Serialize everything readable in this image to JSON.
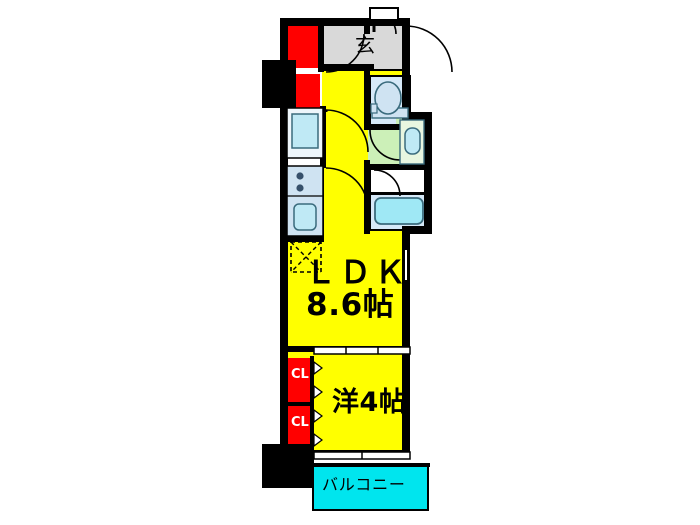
{
  "plan": {
    "type": "japanese-floor-plan",
    "layout_name": "1LDK",
    "rooms": [
      {
        "id": "ldk",
        "label": "ＬＤＫ",
        "size": "8.6帖",
        "color": "#ffff00"
      },
      {
        "id": "western",
        "label": "洋4帖",
        "size": "4帖",
        "color": "#ffff00"
      },
      {
        "id": "balcony",
        "label": "バルコニー",
        "size": "",
        "color": "#00e5ee"
      },
      {
        "id": "genkan",
        "label": "玄",
        "size": "",
        "color": "#d9d9d9"
      },
      {
        "id": "closet_1",
        "label": "CL",
        "size": "",
        "color": "#ff0000"
      },
      {
        "id": "closet_2",
        "label": "CL",
        "size": "",
        "color": "#ff0000"
      },
      {
        "id": "toilet",
        "label": "",
        "size": "",
        "color": "#d6e9f8"
      },
      {
        "id": "washroom",
        "label": "",
        "size": "",
        "color": "#ccf0b8"
      },
      {
        "id": "bath",
        "label": "",
        "size": "",
        "color": "#d6e9f8"
      },
      {
        "id": "hallway",
        "label": "",
        "size": "",
        "color": "#ffff00"
      }
    ],
    "fixtures": [
      {
        "id": "washing-machine-space",
        "name": "washing-machine"
      },
      {
        "id": "kitchen-sink",
        "name": "sink"
      },
      {
        "id": "stove-burners",
        "name": "stove"
      },
      {
        "id": "refrigerator-space",
        "name": "refrigerator"
      },
      {
        "id": "toilet-bowl",
        "name": "toilet"
      },
      {
        "id": "wash-basin",
        "name": "basin"
      },
      {
        "id": "bathtub",
        "name": "bathtub"
      },
      {
        "id": "entrance-door",
        "name": "door"
      },
      {
        "id": "meter-box",
        "name": "meter-box"
      }
    ],
    "colors": {
      "wall": "#000000",
      "floor_living": "#ffff00",
      "balcony": "#00e5ee",
      "closet": "#ff0000",
      "entrance": "#d9d9d9",
      "water_area": "#d6e9f8",
      "washroom": "#ccf0b8",
      "background": "#ffffff"
    }
  },
  "labels": {
    "ldk_name": "ＬＤＫ",
    "ldk_size": "8.6帖",
    "western_room": "洋4帖",
    "balcony": "バルコニー",
    "genkan": "玄",
    "closet_top": "CL",
    "closet_bottom": "CL"
  }
}
